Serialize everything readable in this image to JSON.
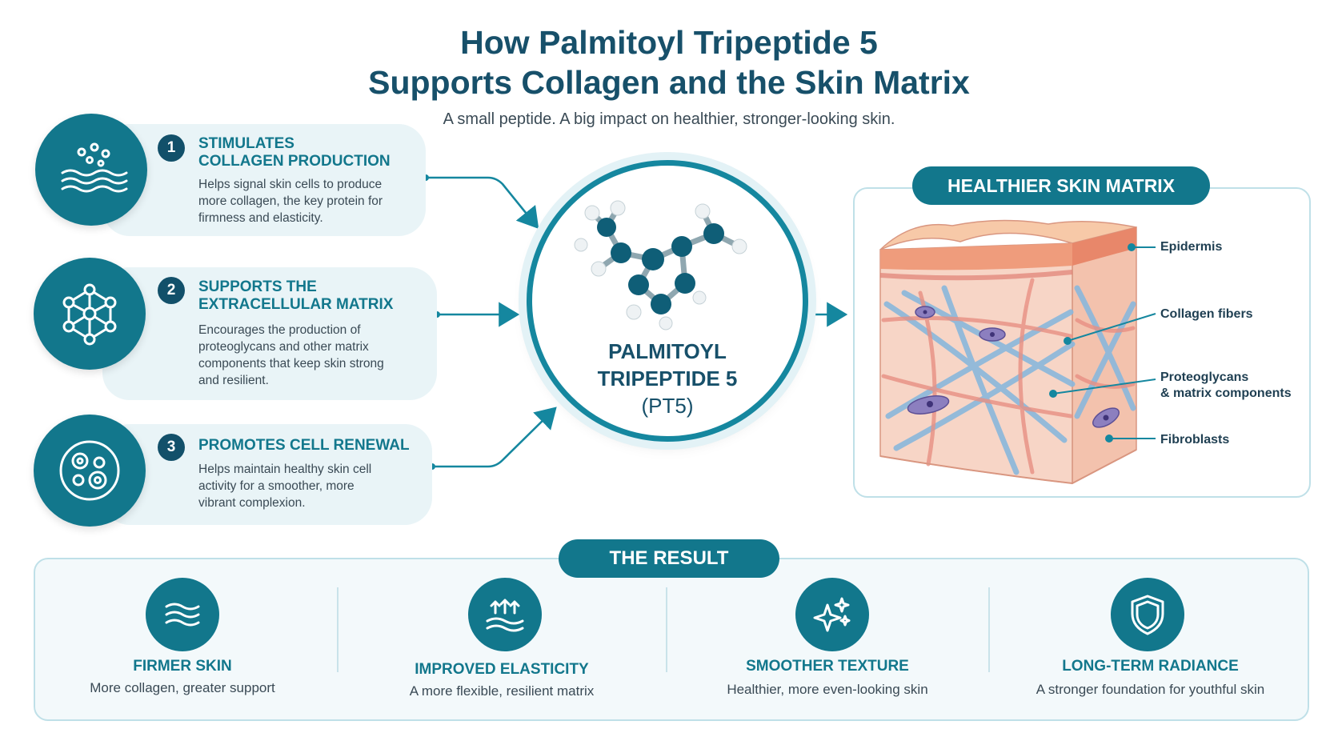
{
  "header": {
    "title_line1": "How Palmitoyl Tripeptide 5",
    "title_line2": "Supports Collagen and the Skin Matrix",
    "subtitle": "A small peptide. A big impact on healthier, stronger-looking skin."
  },
  "steps": [
    {
      "number": "1",
      "title": "STIMULATES\nCOLLAGEN PRODUCTION",
      "description": "Helps signal skin cells to produce\nmore collagen, the key protein for\nfirmness and elasticity.",
      "icon": "collagen-waves-icon"
    },
    {
      "number": "2",
      "title": "SUPPORTS THE\nEXTRACELLULAR MATRIX",
      "description": "Encourages the production of\nproteoglycans and other matrix\ncomponents that keep skin strong\nand resilient.",
      "icon": "matrix-network-icon"
    },
    {
      "number": "3",
      "title": "PROMOTES CELL RENEWAL",
      "description": "Helps maintain healthy skin cell\nactivity for a smoother, more\nvibrant complexion.",
      "icon": "cells-icon"
    }
  ],
  "center": {
    "name": "PALMITOYL\nTRIPEPTIDE 5",
    "abbreviation": "(PT5)",
    "icon": "molecule-icon"
  },
  "matrix": {
    "heading": "HEALTHIER SKIN MATRIX",
    "labels": [
      "Epidermis",
      "Collagen fibers",
      "Proteoglycans\n& matrix components",
      "Fibroblasts"
    ]
  },
  "result": {
    "heading": "THE RESULT",
    "items": [
      {
        "title": "FIRMER SKIN",
        "description": "More collagen, greater support",
        "icon": "waves-icon"
      },
      {
        "title": "IMPROVED ELASTICITY",
        "description": "A more flexible, resilient matrix",
        "icon": "arrows-up-icon"
      },
      {
        "title": "SMOOTHER TEXTURE",
        "description": "Healthier, more even-looking skin",
        "icon": "sparkles-icon"
      },
      {
        "title": "LONG-TERM RADIANCE",
        "description": "A stronger foundation for youthful skin",
        "icon": "shield-icon"
      }
    ]
  },
  "colors": {
    "primary": "#12778c",
    "dark": "#17506a",
    "card": "#e9f4f7"
  }
}
